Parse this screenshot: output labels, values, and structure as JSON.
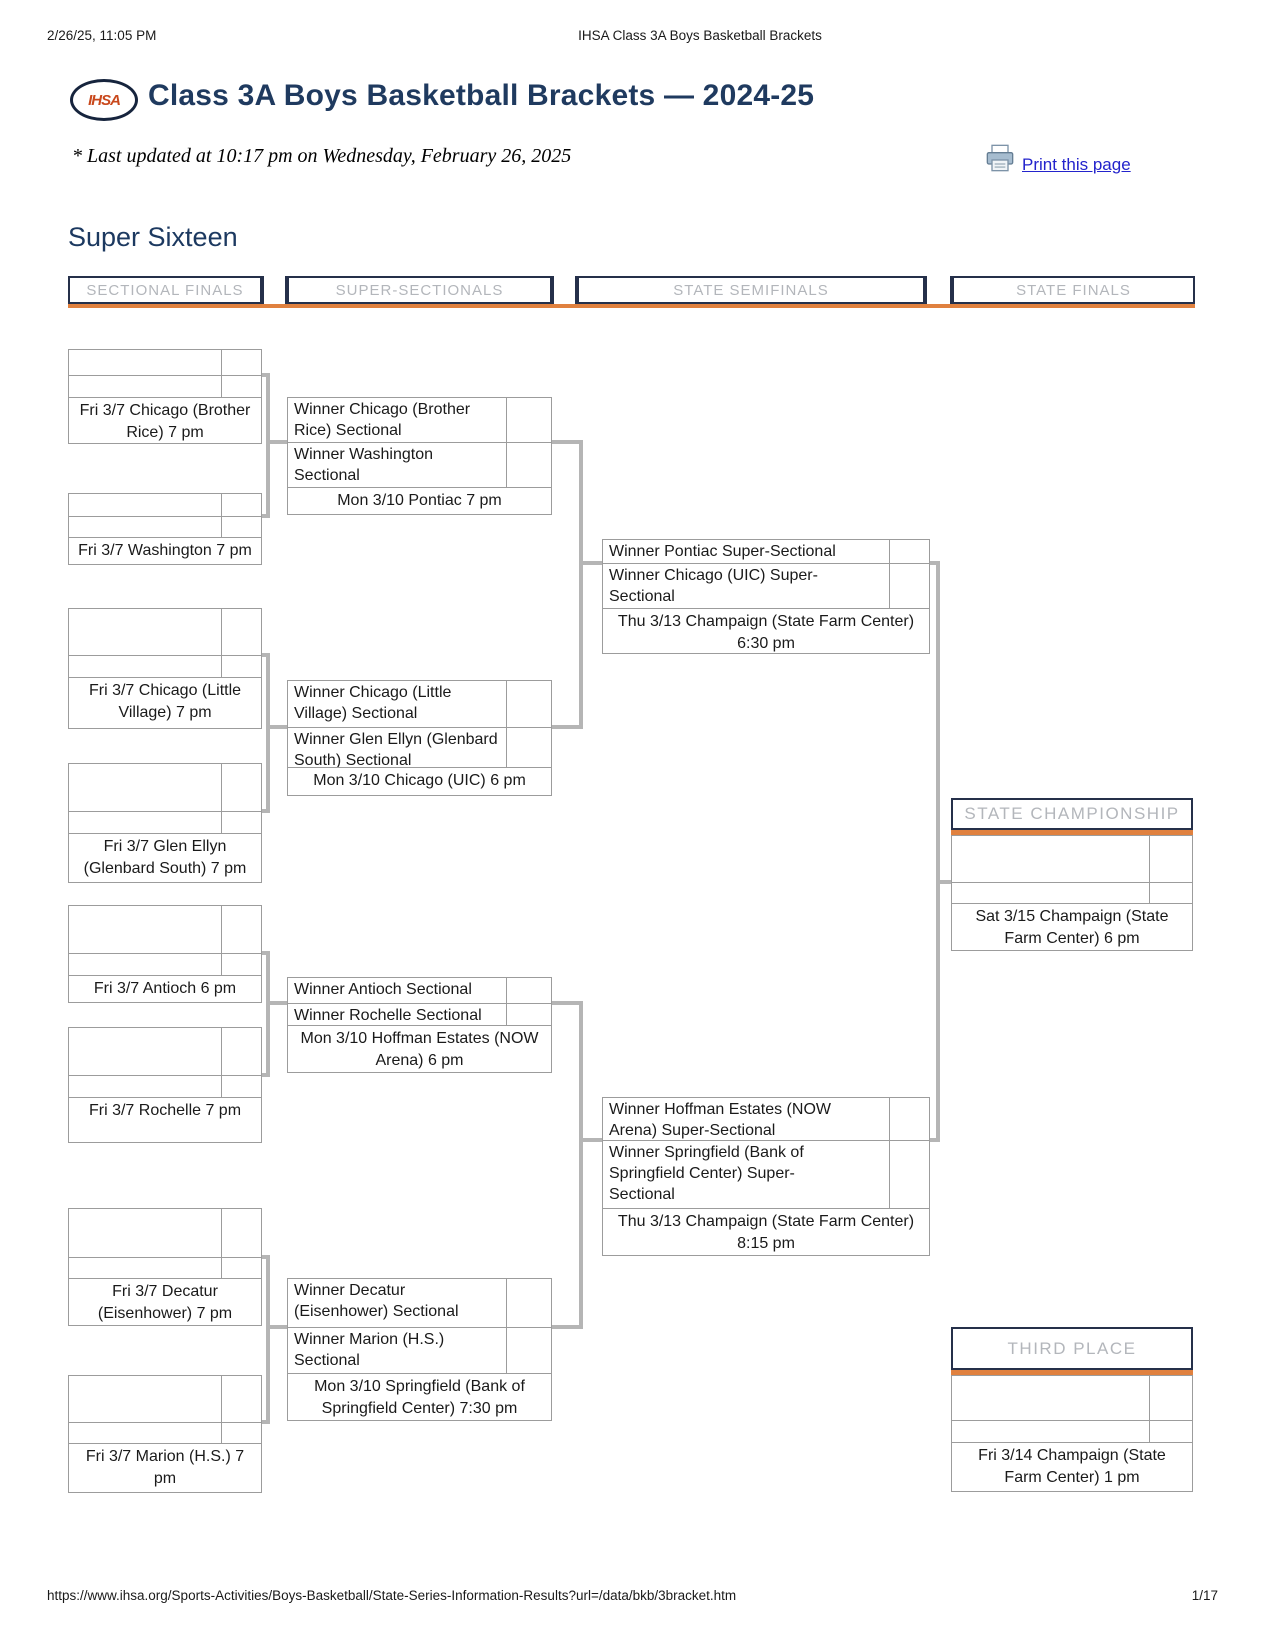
{
  "print_meta": {
    "date_time": "2/26/25, 11:05 PM",
    "doc_title": "IHSA Class 3A Boys Basketball Brackets",
    "url": "https://www.ihsa.org/Sports-Activities/Boys-Basketball/State-Series-Information-Results?url=/data/bkb/3bracket.htm",
    "page_number": "1/17"
  },
  "header": {
    "logo_text": "IHSA",
    "title": "Class 3A Boys Basketball Brackets — 2024-25",
    "last_updated": "* Last updated at 10:17 pm on Wednesday, February 26, 2025",
    "print_link": "Print this page"
  },
  "section_title": "Super Sixteen",
  "columns": {
    "col1": "SECTIONAL FINALS",
    "col2": "SUPER-SECTIONALS",
    "col3": "STATE SEMIFINALS",
    "col4": "STATE FINALS"
  },
  "colors": {
    "navy": "#25304a",
    "orange": "#e0813f",
    "connector_gray": "#b5b5b5",
    "box_border_gray": "#9c9c9c",
    "header_label_gray": "#b3b6bb",
    "link_blue": "#2323cc",
    "title_navy": "#1f3a5f"
  },
  "bracket": {
    "sectional_finals": [
      {
        "caption": "Fri 3/7 Chicago (Brother Rice) 7 pm"
      },
      {
        "caption": "Fri 3/7 Washington 7 pm"
      },
      {
        "caption": "Fri 3/7 Chicago (Little Village) 7 pm"
      },
      {
        "caption": "Fri 3/7 Glen Ellyn (Glenbard South) 7 pm"
      },
      {
        "caption": "Fri 3/7 Antioch 6 pm"
      },
      {
        "caption": "Fri 3/7 Rochelle 7 pm"
      },
      {
        "caption": "Fri 3/7 Decatur (Eisenhower) 7 pm"
      },
      {
        "caption": "Fri 3/7 Marion (H.S.) 7 pm"
      }
    ],
    "super_sectionals": [
      {
        "team1": "Winner Chicago (Brother Rice) Sectional",
        "team2": "Winner Washington Sectional",
        "caption": "Mon 3/10 Pontiac 7 pm"
      },
      {
        "team1": "Winner Chicago (Little Village) Sectional",
        "team2": "Winner Glen Ellyn (Glenbard South) Sectional",
        "caption": "Mon 3/10 Chicago (UIC) 6 pm"
      },
      {
        "team1": "Winner Antioch Sectional",
        "team2": "Winner Rochelle Sectional",
        "caption": "Mon 3/10 Hoffman Estates (NOW Arena) 6 pm"
      },
      {
        "team1": "Winner Decatur (Eisenhower) Sectional",
        "team2": "Winner Marion (H.S.) Sectional",
        "caption": "Mon 3/10 Springfield (Bank of Springfield Center) 7:30 pm"
      }
    ],
    "state_semifinals": [
      {
        "team1": "Winner Pontiac Super-Sectional",
        "team2": "Winner Chicago (UIC) Super-Sectional",
        "caption": "Thu 3/13 Champaign (State Farm Center) 6:30 pm"
      },
      {
        "team1": "Winner Hoffman Estates (NOW Arena) Super-Sectional",
        "team2": "Winner Springfield (Bank of Springfield Center) Super-Sectional",
        "caption": "Thu 3/13 Champaign (State Farm Center) 8:15 pm"
      }
    ],
    "state_championship": {
      "label": "STATE CHAMPIONSHIP",
      "caption": "Sat 3/15 Champaign (State Farm Center) 6 pm"
    },
    "third_place": {
      "label": "THIRD PLACE",
      "caption": "Fri 3/14 Champaign (State Farm Center) 1 pm"
    }
  }
}
